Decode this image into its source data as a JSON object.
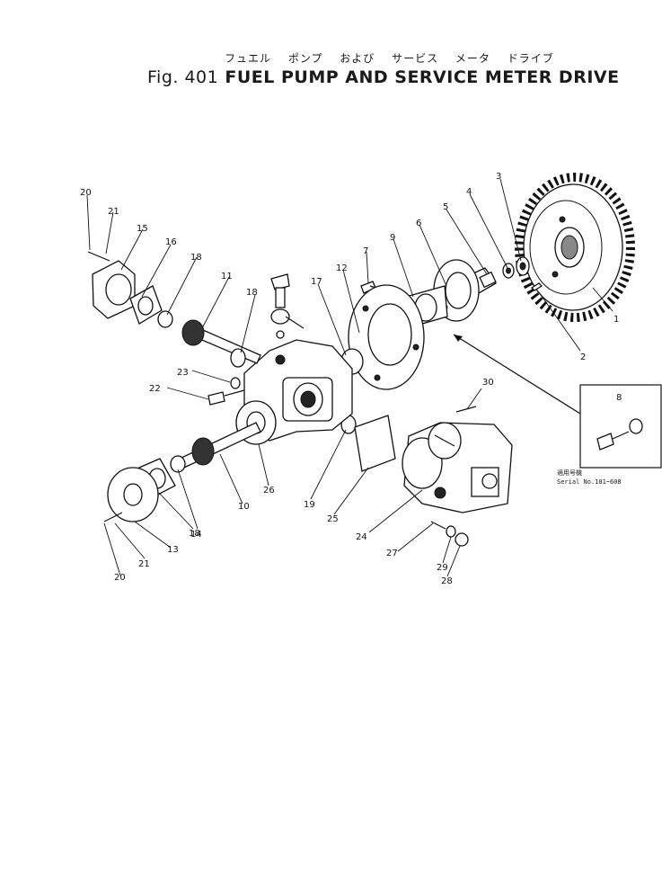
{
  "title": {
    "japanese": "フュエル ポンプ および サービス メータ ドライブ",
    "figure_number": "Fig. 401",
    "english": "FUEL PUMP AND SERVICE METER DRIVE"
  },
  "callouts": [
    "1",
    "2",
    "3",
    "4",
    "5",
    "6",
    "7",
    "8",
    "9",
    "10",
    "11",
    "12",
    "13",
    "14",
    "15",
    "16",
    "17",
    "18",
    "18",
    "18",
    "19",
    "20",
    "20",
    "21",
    "21",
    "22",
    "23",
    "24",
    "25",
    "26",
    "27",
    "28",
    "29",
    "30"
  ],
  "inset": {
    "applicability_label": "適用号機",
    "serial_range": "Serial No.101~608",
    "part_number": "8"
  }
}
